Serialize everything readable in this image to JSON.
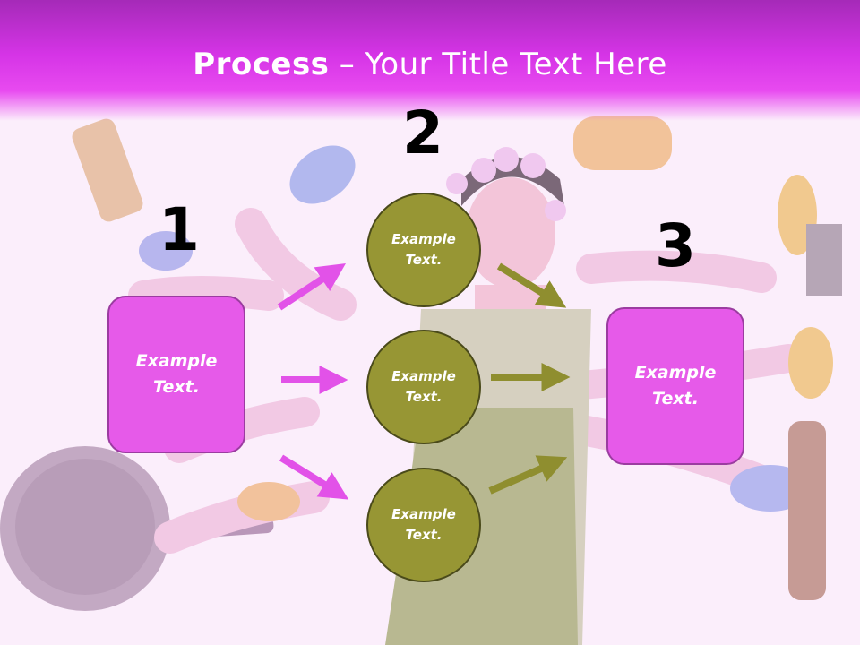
{
  "slide": {
    "title_bold": "Process",
    "title_rest": " – Your Title Text Here"
  },
  "steps": {
    "one": "1",
    "two": "2",
    "three": "3"
  },
  "boxes": {
    "left": "Example\nText.",
    "right": "Example\nText."
  },
  "circles": {
    "top": "Example\nText.",
    "middle": "Example\nText.",
    "bottom": "Example\nText."
  },
  "colors": {
    "header": "#d534e6",
    "box_fill": "#e65ae9",
    "circle_fill": "#979634",
    "pink_arrow": "#e252e8",
    "olive_arrow": "#8f8e2f"
  }
}
